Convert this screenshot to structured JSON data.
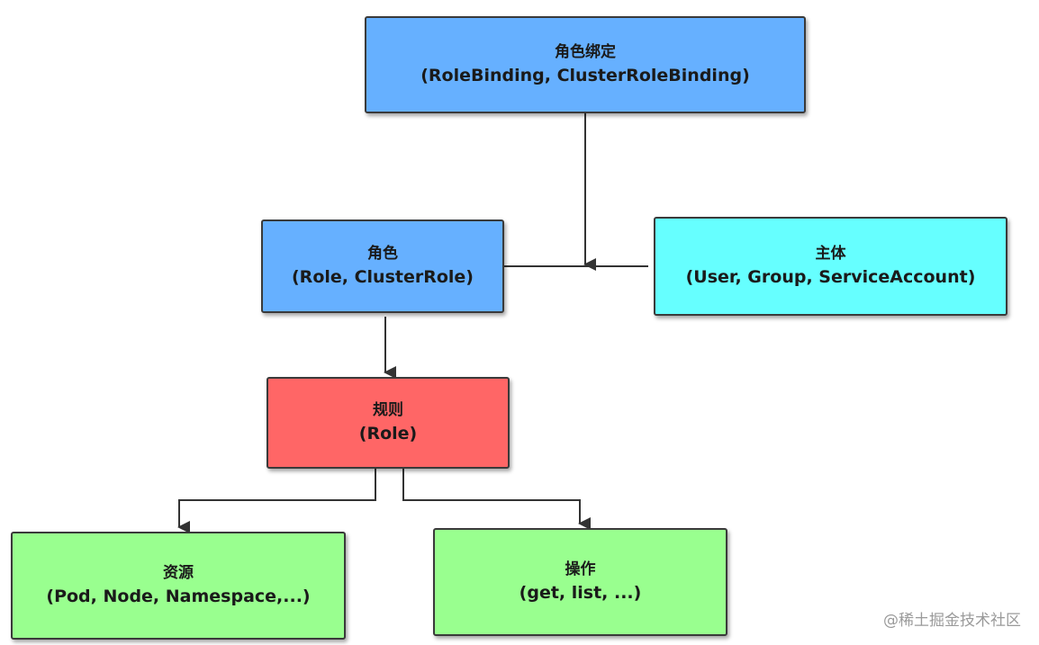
{
  "nodes": {
    "binding": {
      "title": "角色绑定",
      "subtitle": "(RoleBinding, ClusterRoleBinding)",
      "color": "#66b0ff"
    },
    "role": {
      "title": "角色",
      "subtitle": "(Role, ClusterRole)",
      "color": "#66b0ff"
    },
    "subject": {
      "title": "主体",
      "subtitle": "(User, Group, ServiceAccount)",
      "color": "#66ffff"
    },
    "rule": {
      "title": "规则",
      "subtitle": "(Role)",
      "color": "#ff6666"
    },
    "resource": {
      "title": "资源",
      "subtitle": "(Pod, Node, Namespace,...)",
      "color": "#99ff8f"
    },
    "operation": {
      "title": "操作",
      "subtitle": "(get, list, ...)",
      "color": "#99ff8f"
    }
  },
  "edges": [
    {
      "from": "binding",
      "to": "role-subject-link",
      "arrow": true
    },
    {
      "from": "role",
      "to": "subject",
      "arrow": false
    },
    {
      "from": "role",
      "to": "rule",
      "arrow": true
    },
    {
      "from": "rule",
      "to": "resource",
      "arrow": true
    },
    {
      "from": "rule",
      "to": "operation",
      "arrow": true
    }
  ],
  "watermark": "@稀土掘金技术社区"
}
